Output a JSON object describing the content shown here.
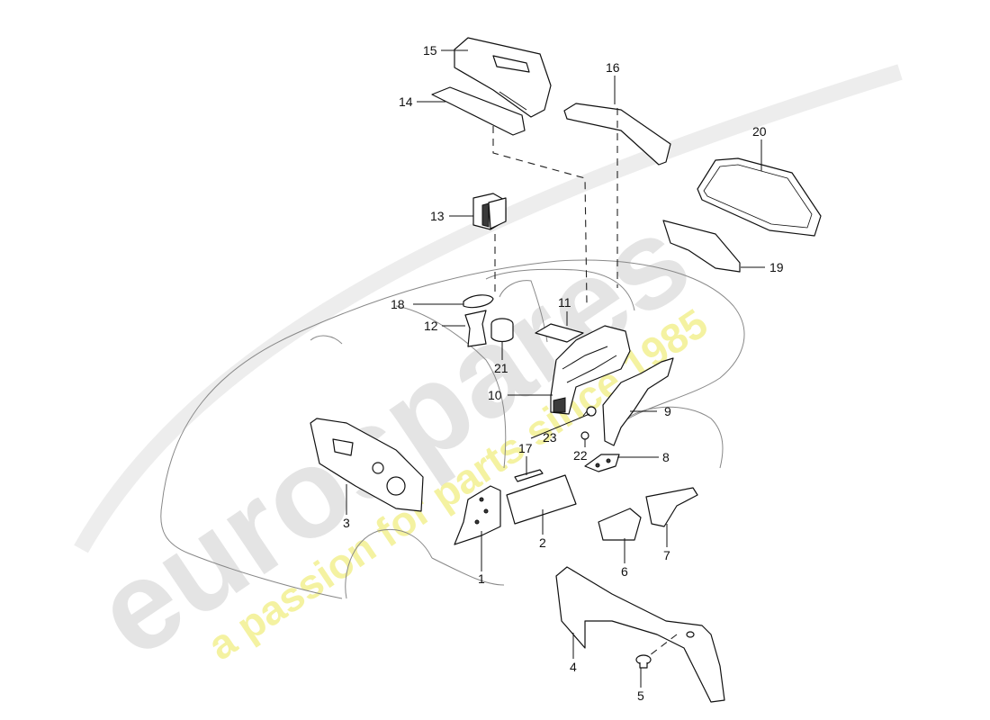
{
  "watermark": {
    "brand": "eurospares",
    "tagline": "a passion for parts since 1985",
    "brand_color": "#dcdcdc",
    "tagline_color": "#f2f08a"
  },
  "callouts": [
    {
      "id": "1",
      "label": "1"
    },
    {
      "id": "2",
      "label": "2"
    },
    {
      "id": "3",
      "label": "3"
    },
    {
      "id": "4",
      "label": "4"
    },
    {
      "id": "5",
      "label": "5"
    },
    {
      "id": "6",
      "label": "6"
    },
    {
      "id": "7",
      "label": "7"
    },
    {
      "id": "8",
      "label": "8"
    },
    {
      "id": "9",
      "label": "9"
    },
    {
      "id": "10",
      "label": "10"
    },
    {
      "id": "11",
      "label": "11"
    },
    {
      "id": "12",
      "label": "12"
    },
    {
      "id": "13",
      "label": "13"
    },
    {
      "id": "14",
      "label": "14"
    },
    {
      "id": "15",
      "label": "15"
    },
    {
      "id": "16",
      "label": "16"
    },
    {
      "id": "17",
      "label": "17"
    },
    {
      "id": "18",
      "label": "18"
    },
    {
      "id": "19",
      "label": "19"
    },
    {
      "id": "20",
      "label": "20"
    },
    {
      "id": "21",
      "label": "21"
    },
    {
      "id": "22",
      "label": "22"
    },
    {
      "id": "23",
      "label": "23"
    }
  ]
}
